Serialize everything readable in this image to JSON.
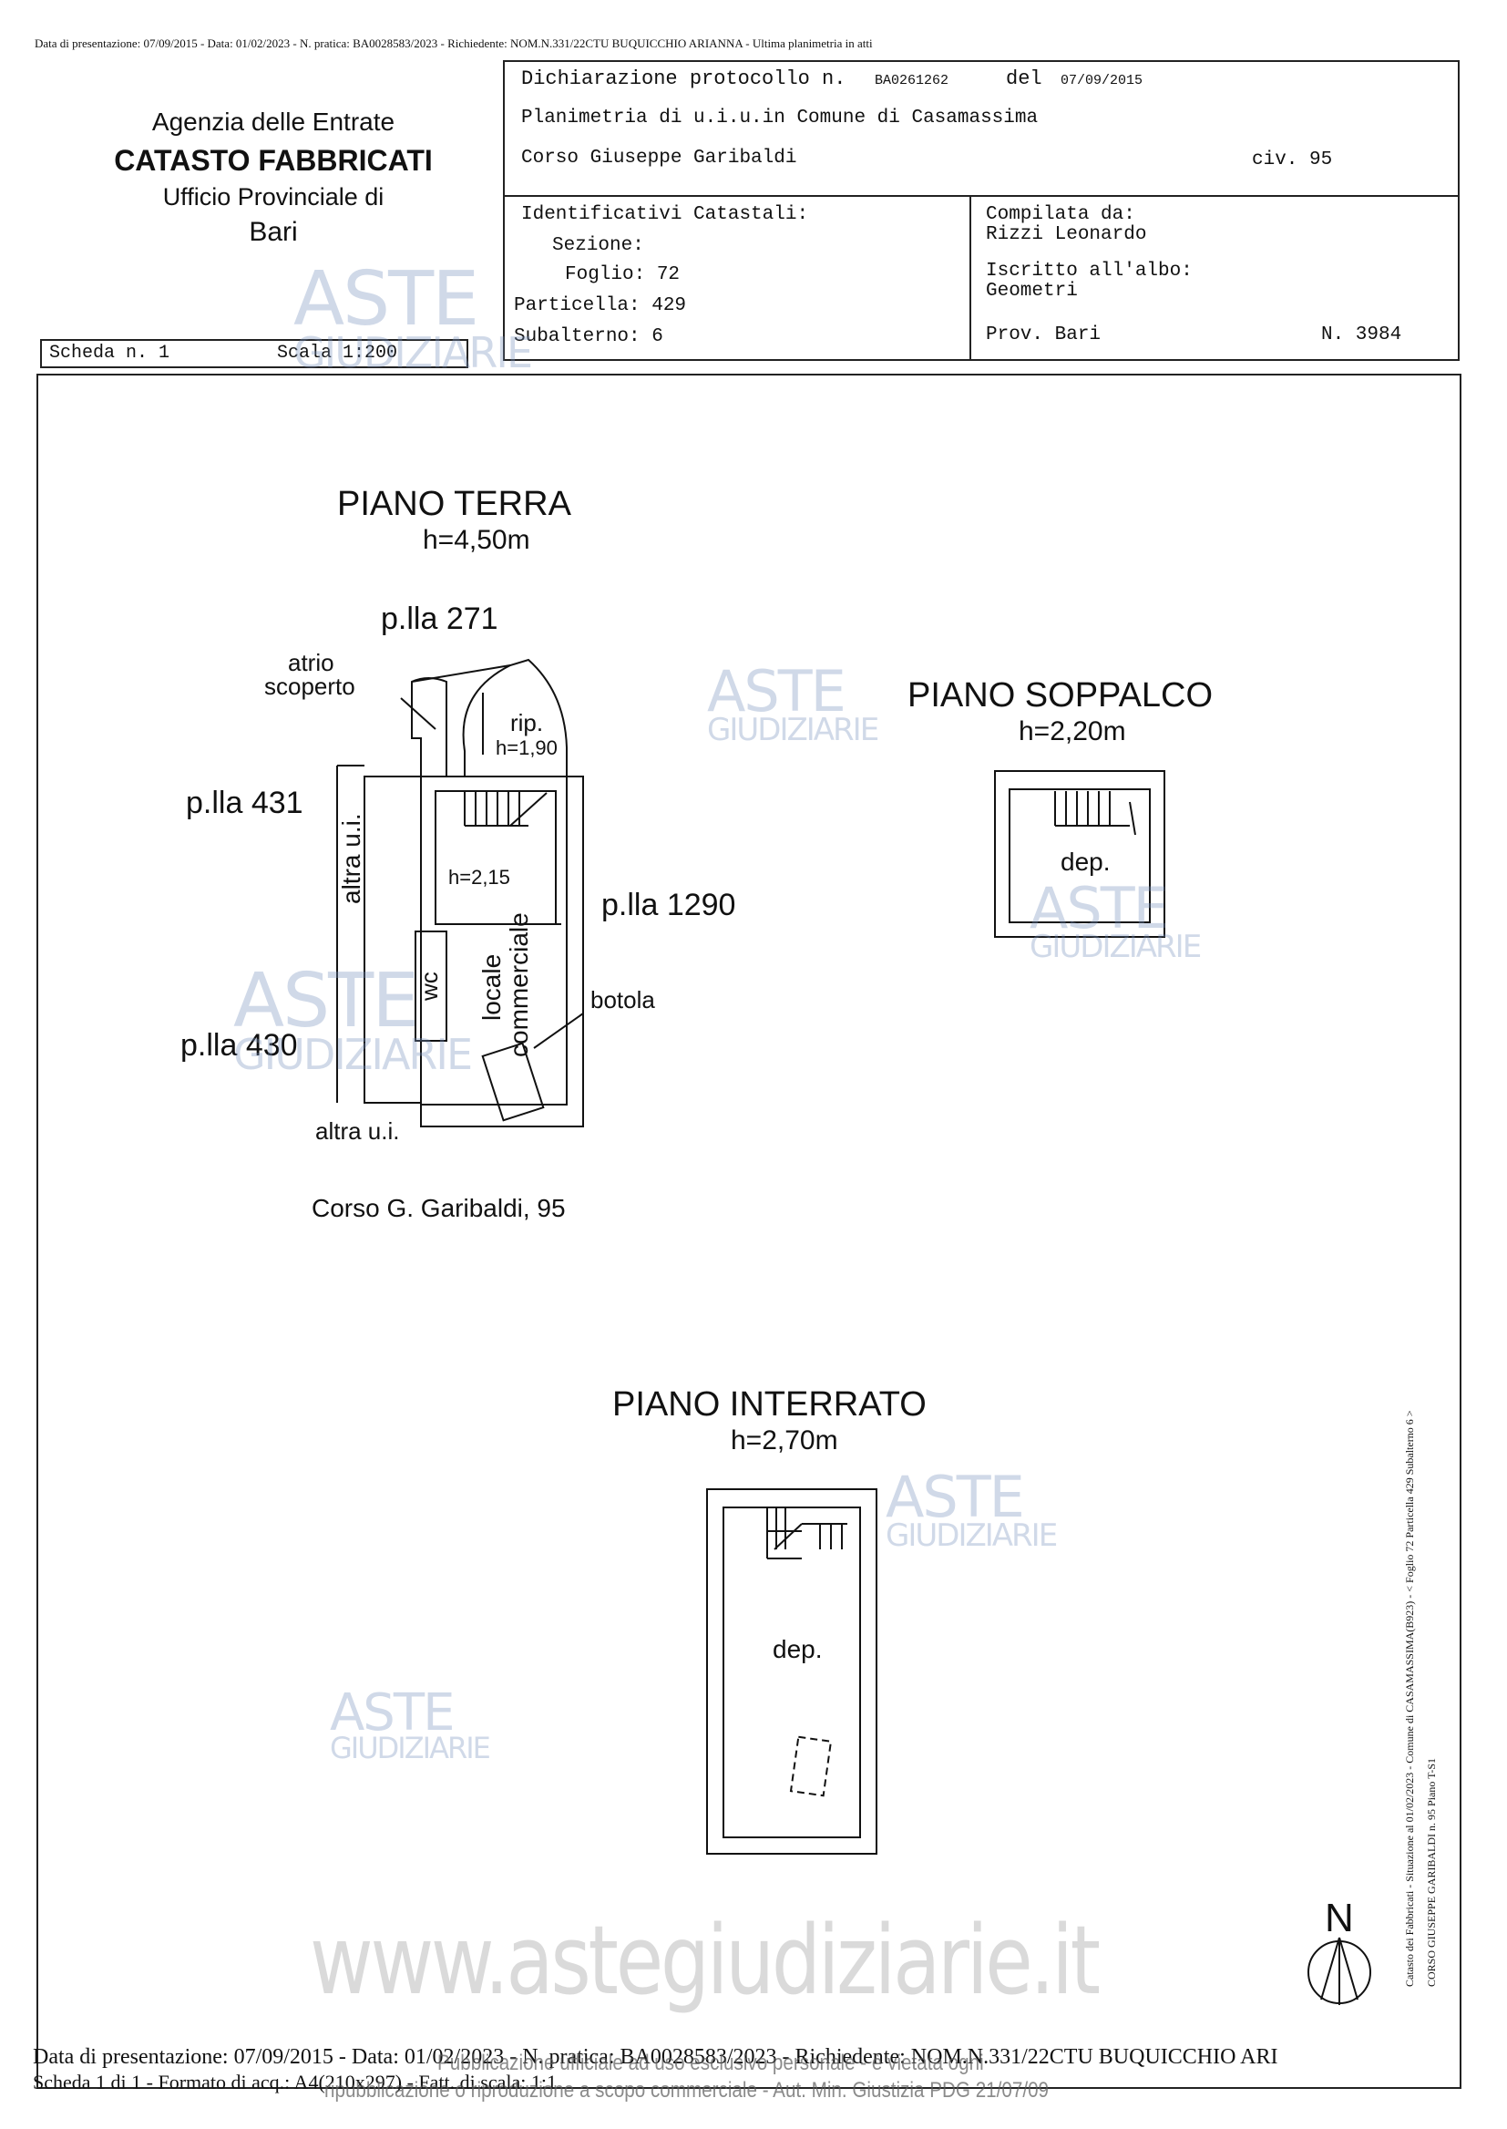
{
  "top_line": "Data di presentazione: 07/09/2015 - Data: 01/02/2023 - N. pratica: BA0028583/2023 - Richiedente: NOM.N.331/22CTU BUQUICCHIO ARIANNA - Ultima planimetria in atti",
  "agency": {
    "line1": "Agenzia delle Entrate",
    "line2": "CATASTO FABBRICATI",
    "line3": "Ufficio Provinciale di",
    "line4": "Bari"
  },
  "declaration": {
    "label": "Dichiarazione protocollo n.",
    "number": "BA0261262",
    "del_label": "del",
    "date": "07/09/2015",
    "planimetria": "Planimetria di u.i.u.in Comune di Casamassima",
    "street": "Corso Giuseppe Garibaldi",
    "civ": "civ. 95"
  },
  "identificativi": {
    "title": "Identificativi Catastali:",
    "sezione": "Sezione:",
    "foglio": "Foglio: 72",
    "particella": "Particella: 429",
    "subalterno": "Subalterno: 6"
  },
  "compilata": {
    "title": "Compilata da:",
    "name": "Rizzi Leonardo",
    "iscritto": "Iscritto all'albo:",
    "albo": "Geometri",
    "prov": "Prov. Bari",
    "num": "N. 3984"
  },
  "scheda": {
    "label": "Scheda n. 1",
    "scala": "Scala 1:200"
  },
  "piano_terra": {
    "title": "PIANO TERRA",
    "height": "h=4,50m",
    "pla_271": "p.lla 271",
    "pla_431": "p.lla 431",
    "pla_1290": "p.lla 1290",
    "pla_430": "p.lla 430",
    "atrio": "atrio",
    "scoperto": "scoperto",
    "rip": "rip.",
    "rip_h": "h=1,90",
    "h_inner": "h=2,15",
    "altra_ui_vertical": "altra u.i.",
    "wc": "wc",
    "locale": "locale",
    "commerciale": "commerciale",
    "botola": "botola",
    "altra_ui_bottom": "altra u.i.",
    "address": "Corso G. Garibaldi, 95"
  },
  "piano_soppalco": {
    "title": "PIANO SOPPALCO",
    "height": "h=2,20m",
    "room": "dep."
  },
  "piano_interrato": {
    "title": "PIANO INTERRATO",
    "height": "h=2,70m",
    "room": "dep."
  },
  "side_note_1": "Catasto dei Fabbricati - Situazione al 01/02/2023 - Comune di CASAMASSIMA(B923) - < Foglio 72 Particella 429 Subalterno 6 >",
  "side_note_2": "CORSO GIUSEPPE GARIBALDI n. 95 Piano T-S1",
  "north": "N",
  "watermark": {
    "aste": "ASTE",
    "giudiziarie": "GIUDIZIARIE",
    "site": "www.astegiudiziarie.it"
  },
  "footer": {
    "line1": "Data di presentazione: 07/09/2015 - Data: 01/02/2023 - N. pratica: BA0028583/2023 - Richiedente: NOM.N.331/22CTU BUQUICCHIO ARI",
    "line2": "Scheda 1 di 1 - Formato di acq.: A4(210x297) - Fatt. di scala: 1:1",
    "overlay1": "Pubblicazione ufficiale ad uso esclusivo personale - è vietata ogni",
    "overlay2": "ripubblicazione o riproduzione a scopo commerciale - Aut. Min. Giustizia PDG 21/07/09"
  }
}
